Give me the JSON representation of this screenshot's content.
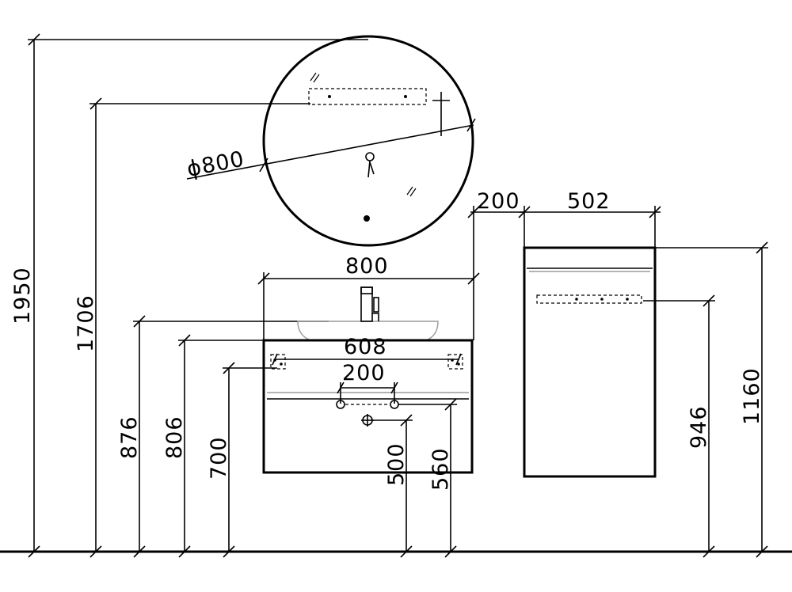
{
  "dimensions": {
    "mirror_diameter": "ϕ800",
    "total_height": "1950",
    "mirror_light_height": "1706",
    "basin_top_height": "876",
    "cabinet_top_height": "806",
    "bracket_height": "700",
    "drain_height": "500",
    "pipe_height": "560",
    "cabinet_width": "800",
    "bracket_spacing": "608",
    "pipe_spacing": "200",
    "wall_gap": "200",
    "side_cabinet_width": "502",
    "side_light_height": "946",
    "side_cabinet_top_height": "1160"
  }
}
